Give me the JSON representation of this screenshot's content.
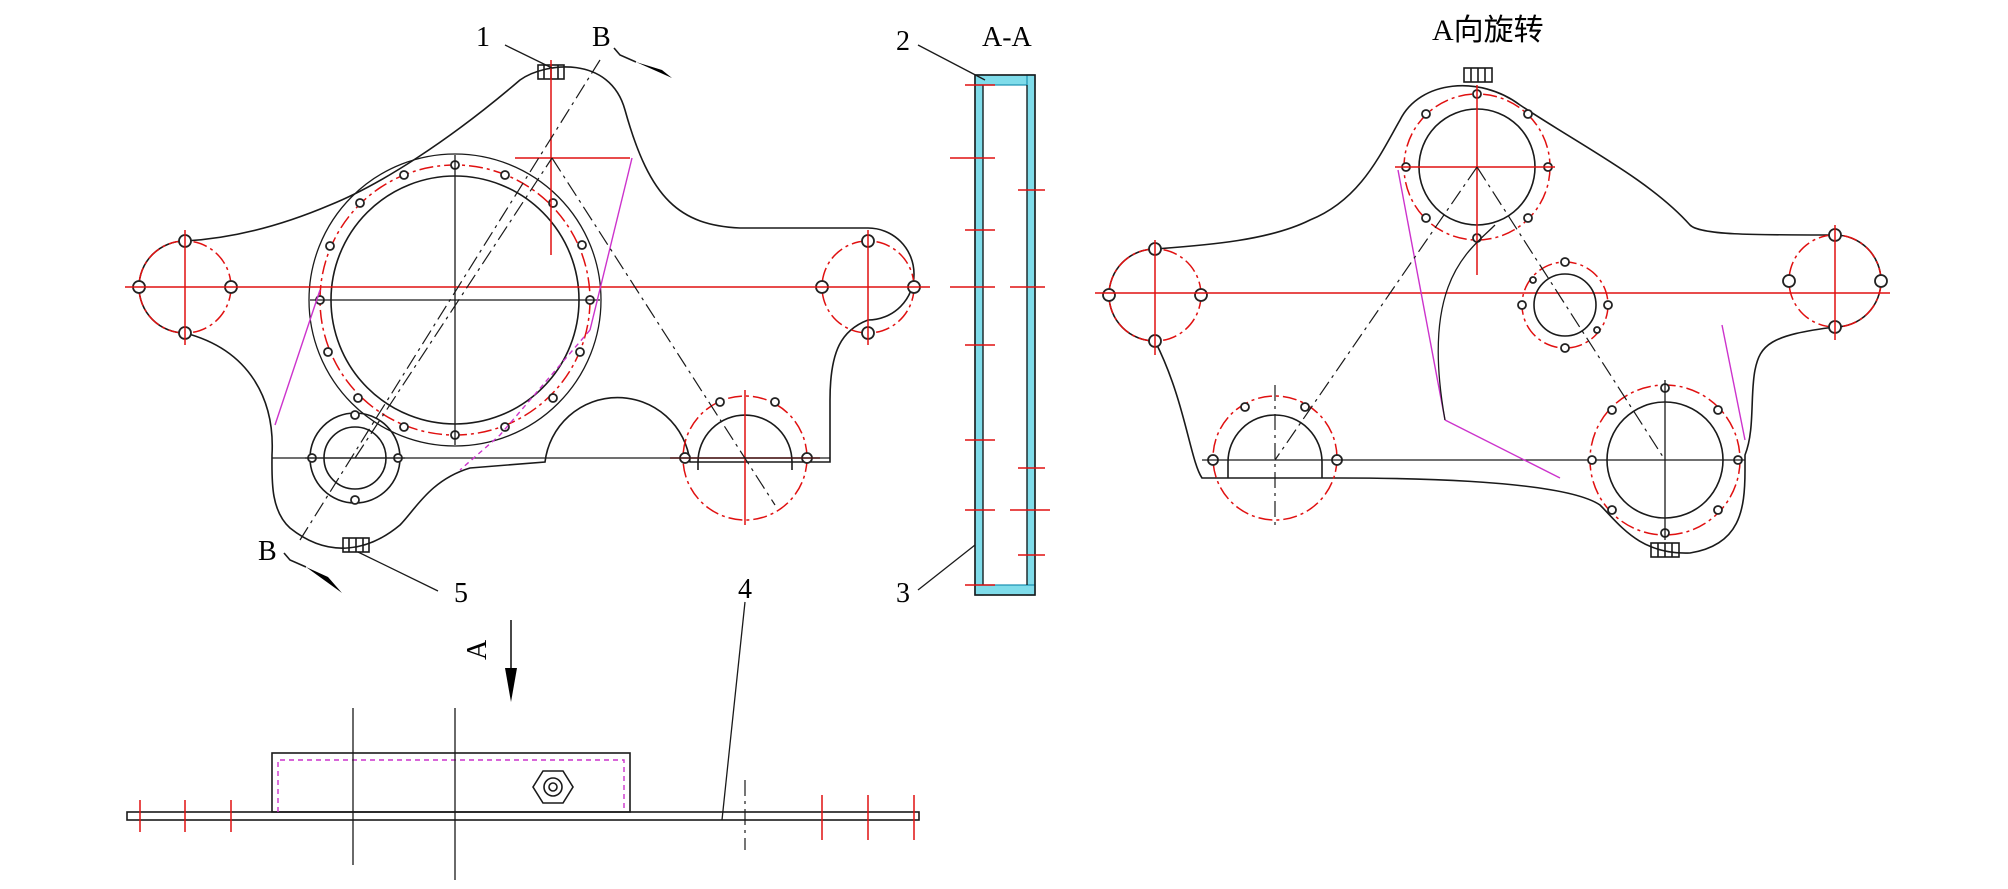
{
  "labels": {
    "part1": "1",
    "part2": "2",
    "part3": "3",
    "part4": "4",
    "part5": "5",
    "section_B_top": "B",
    "section_B_bottom": "B",
    "section_AA": "A-A",
    "view_A": "A",
    "view_A_rotated": "A向旋转"
  },
  "colors": {
    "outline": "#1a1a1a",
    "centerline": "#e01010",
    "hidden": "#cc33cc",
    "section_fill": "#7fdcea"
  }
}
